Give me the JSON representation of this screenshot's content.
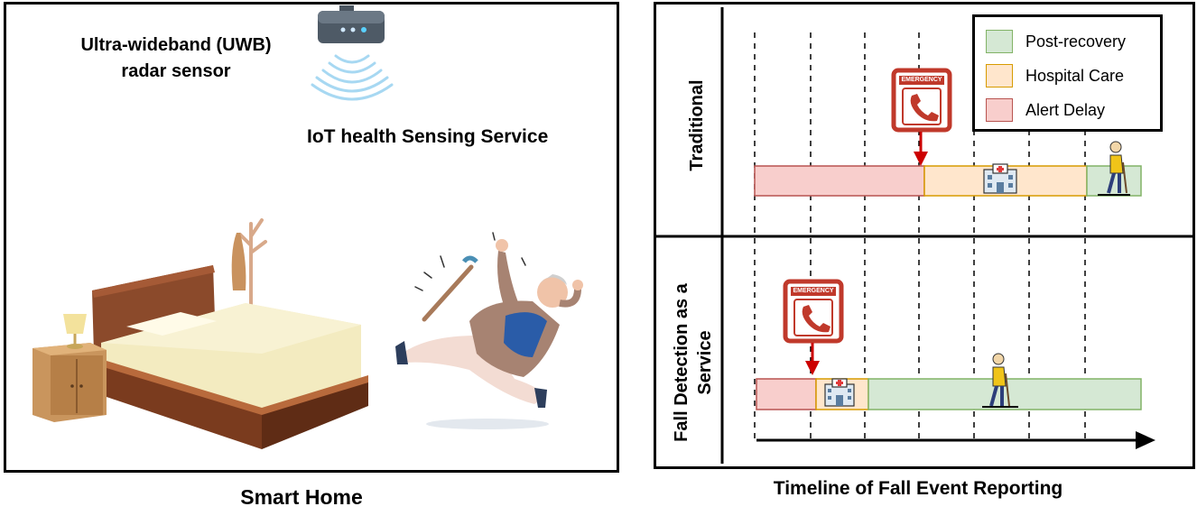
{
  "left_panel": {
    "sensor_label_line1": "Ultra-wideband (UWB)",
    "sensor_label_line2": "radar sensor",
    "service_label": "IoT health Sensing Service",
    "caption": "Smart Home"
  },
  "right_panel": {
    "caption": "Timeline of Fall Event Reporting",
    "row_labels": {
      "traditional": "Traditional",
      "faas_line1": "Fall Detection as a",
      "faas_line2": "Service"
    },
    "legend": [
      {
        "label": "Post-recovery",
        "fill": "#d5e8d4",
        "stroke": "#82b366"
      },
      {
        "label": "Hospital Care",
        "fill": "#ffe6cc",
        "stroke": "#d79b00"
      },
      {
        "label": "Alert Delay",
        "fill": "#f8cecc",
        "stroke": "#b85450"
      }
    ],
    "emergency_text": "EMERGENCY"
  }
}
